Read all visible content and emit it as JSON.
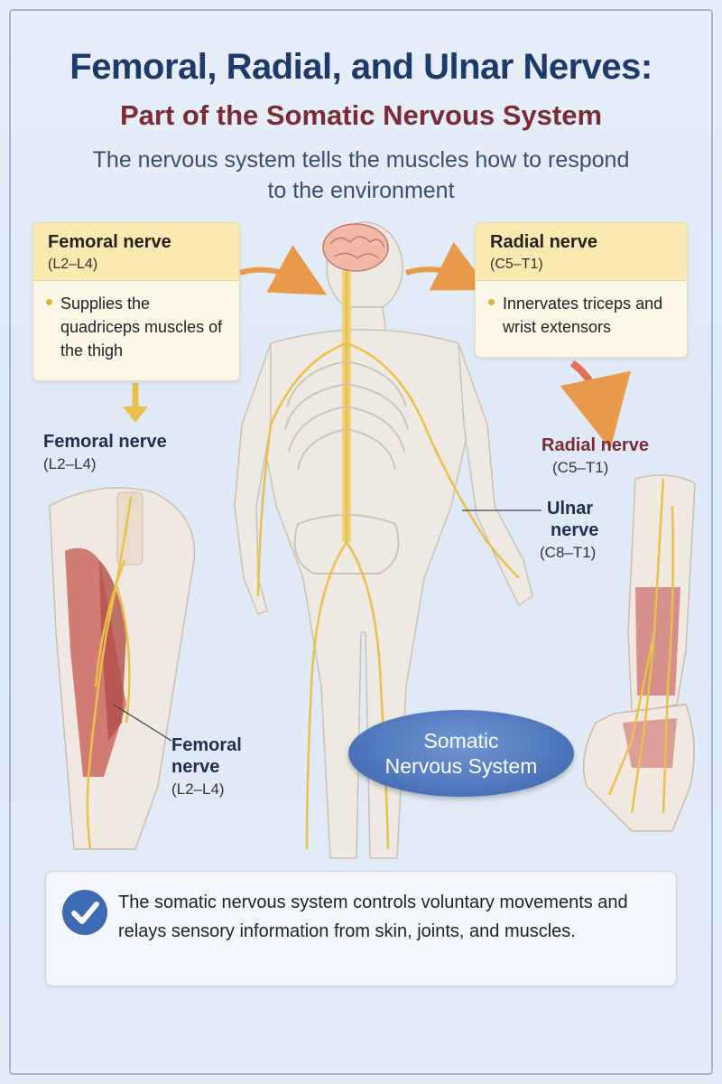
{
  "title": "Femoral, Radial, and Ulnar Nerves:",
  "subtitle": "Part of the Somatic Nervous System",
  "tagline": "The nervous system tells the muscles how to respond to the environment",
  "femoral_box": {
    "name": "Femoral nerve",
    "roots": "(L2–L4)",
    "bullet": "Supplies the quadriceps muscles of the thigh"
  },
  "radial_box": {
    "name": "Radial nerve",
    "roots": "(C5–T1)",
    "bullet": "Innervates triceps and wrist extensors"
  },
  "labels": {
    "femoral_top": "Femoral nerve",
    "femoral_top_roots": "(L2–L4)",
    "femoral_leg_1": "Femoral",
    "femoral_leg_2": "nerve",
    "femoral_leg_roots": "(L2–L4)",
    "radial": "Radial nerve",
    "radial_roots": "(C5–T1)",
    "ulnar_1": "Ulnar",
    "ulnar_2": "nerve",
    "ulnar_roots": "(C8–T1)"
  },
  "badge": {
    "line1": "Somatic",
    "line2": "Nervous System"
  },
  "note": "The somatic nervous system controls voluntary movements and relays sensory information from skin, joints, and muscles.",
  "icons": [
    "brain-icon",
    "check-icon",
    "arrow-icon"
  ],
  "colors": {
    "nerve": "#e8c04a",
    "muscle": "#c8605a",
    "title": "#1e3a6b",
    "subtitle": "#7a2b35",
    "badge": "#4a72b8"
  }
}
